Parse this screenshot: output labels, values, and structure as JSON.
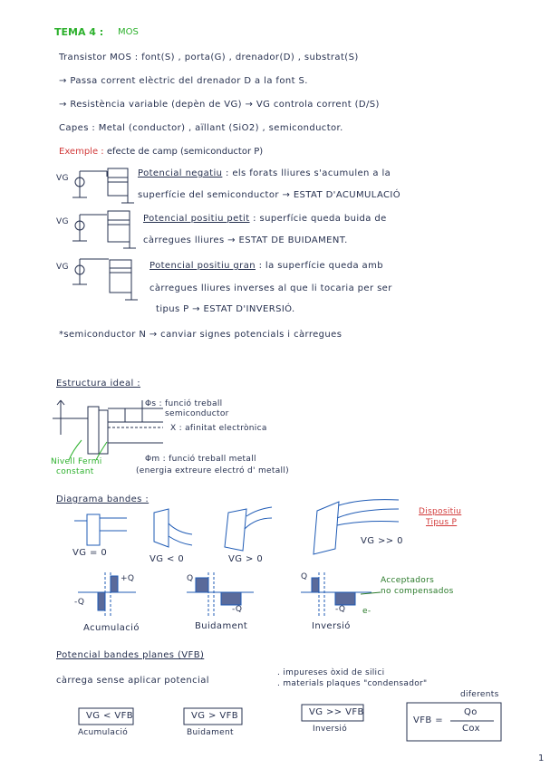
{
  "title": {
    "tema": "TEMA 4 :",
    "topic": "MOS"
  },
  "lines": {
    "l1": "Transistor MOS : font(S) , porta(G) , drenador(D) , substrat(S)",
    "l2": "→ Passa corrent elèctric del drenador D a la font S.",
    "l3": "→ Resistència variable (depèn de VG) → VG controla corrent (D/S)",
    "l4": "Capes : Metal (conductor) , aïllant (SiO2) , semiconductor.",
    "l5_label": "Exemple :",
    "l5_rest": "efecte de camp (semiconductor P)",
    "c1_title": "Potencial negatiu",
    "c1_rest": ": els forats lliures s'acumulen a la",
    "c1_line2": "superfície del semiconductor → ESTAT D'ACUMULACIÓ",
    "c2_title": "Potencial positiu petit",
    "c2_rest": ": superfície queda buida de",
    "c2_line2": "càrregues lliures → ESTAT DE BUIDAMENT.",
    "c3_title": "Potencial positiu gran",
    "c3_rest": ": la superfície queda amb",
    "c3_line2": "càrregues lliures inverses al que li tocaria per ser",
    "c3_line3": "tipus P → ESTAT D'INVERSIÓ.",
    "note": "*semiconductor N → canviar signes potencials i càrregues",
    "vg_label": "VG",
    "est_title": "Estructura ideal :",
    "phi_s": "Φs : funció treball",
    "phi_s2": "semiconductor",
    "chi": "X : afinitat electrònica",
    "nivell1": "Nivell Fermi",
    "nivell2": "constant",
    "phi_m": "Φm : funció treball metall",
    "phi_m2": "(energia extreure electró d' metall)",
    "bandes_title": "Diagrama bandes :",
    "disp1": "Dispositiu",
    "disp2": "Tipus P",
    "vg0": "VG = 0",
    "vglt": "VG < 0",
    "vggt": "VG > 0",
    "vggg": "VG >> 0",
    "acc": "Acumulació",
    "buid": "Buidament",
    "inv": "Inversió",
    "acceptadors1": "Acceptadors",
    "acceptadors2": "no compensados",
    "qplus": "+Q",
    "qminus": "-Q",
    "q": "Q",
    "eminus": "e-",
    "vfb_title": "Potencial bandes planes (VFB)",
    "vfb_line": "càrrega sense aplicar potencial",
    "vfb_b1": ". impureses òxid de silici",
    "vfb_b2": ". materials plaques \"condensador\"",
    "vfb_b3": "diferents",
    "box1": "VG < VFB",
    "box2": "VG > VFB",
    "box3": "VG >> VFB",
    "box1l": "Acumulació",
    "box2l": "Buidament",
    "box3l": "Inversió",
    "formula_l": "VFB =",
    "formula_n": "Qo",
    "formula_d": "Cox",
    "page": "1"
  }
}
